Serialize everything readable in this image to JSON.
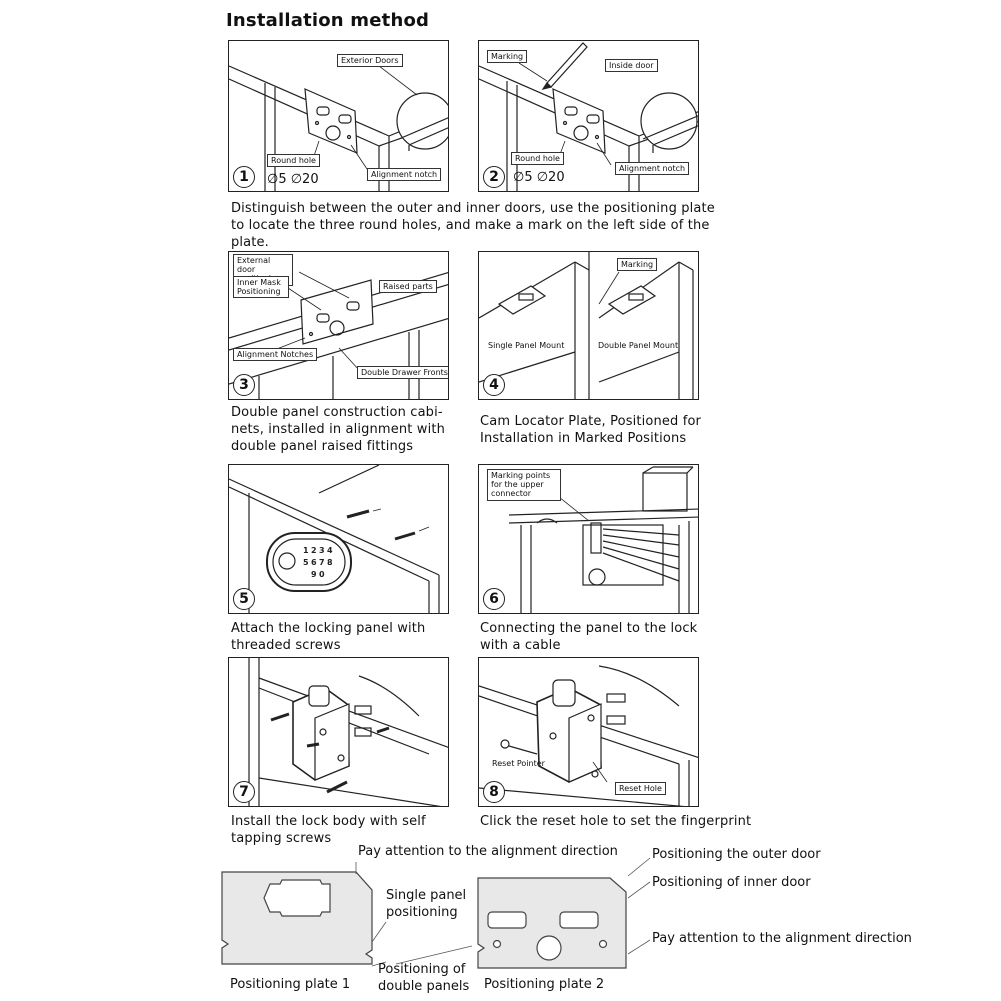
{
  "title": "Installation method",
  "panels": {
    "p1": {
      "num": "1",
      "exterior": "Exterior Doors",
      "round_hole": "Round hole",
      "notch": "Alignment notch",
      "sizes": "∅5 ∅20"
    },
    "p2": {
      "num": "2",
      "marking": "Marking",
      "inside": "Inside door",
      "round_hole": "Round hole",
      "notch": "Alignment notch",
      "sizes": "∅5 ∅20"
    },
    "p3": {
      "num": "3",
      "ext_pos": "External door positioning",
      "inner_mask": "Inner Mask Positioning",
      "raised": "Raised parts",
      "notches": "Alignment Notches",
      "drawer": "Double Drawer Fronts"
    },
    "p4": {
      "num": "4",
      "marking": "Marking",
      "single": "Single Panel Mount",
      "double": "Double Panel Mount"
    },
    "p5": {
      "num": "5",
      "keys": "1 2 3 4 5 6 7 8 9 0"
    },
    "p6": {
      "num": "6",
      "marking_points": "Marking points for the upper connector"
    },
    "p7": {
      "num": "7"
    },
    "p8": {
      "num": "8",
      "reset_pointer": "Reset Pointer",
      "reset_hole": "Reset Hole"
    }
  },
  "captions": {
    "c12": "Distinguish between the outer and inner doors, use the positioning plate to locate the three round holes, and make a mark on the left side of the plate.",
    "c3": "Double panel construction cabi-nets, installed in alignment with double panel raised fittings",
    "c4": "Cam Locator Plate, Positioned for Installation in Marked Positions",
    "c5": "Attach the locking panel with threaded screws",
    "c6": "Connecting the panel to the lock with a cable",
    "c7": "Install the lock body with self tapping screws",
    "c8": "Click the reset hole to set the fingerprint"
  },
  "plates": {
    "align_top": "Pay attention to the alignment direction",
    "single_pos": "Single panel positioning",
    "double_pos": "Positioning of double panels",
    "plate1": "Positioning plate 1",
    "plate2": "Positioning plate 2",
    "outer": "Positioning the outer door",
    "inner": "Positioning of inner door",
    "align_right": "Pay attention to the alignment direction"
  }
}
